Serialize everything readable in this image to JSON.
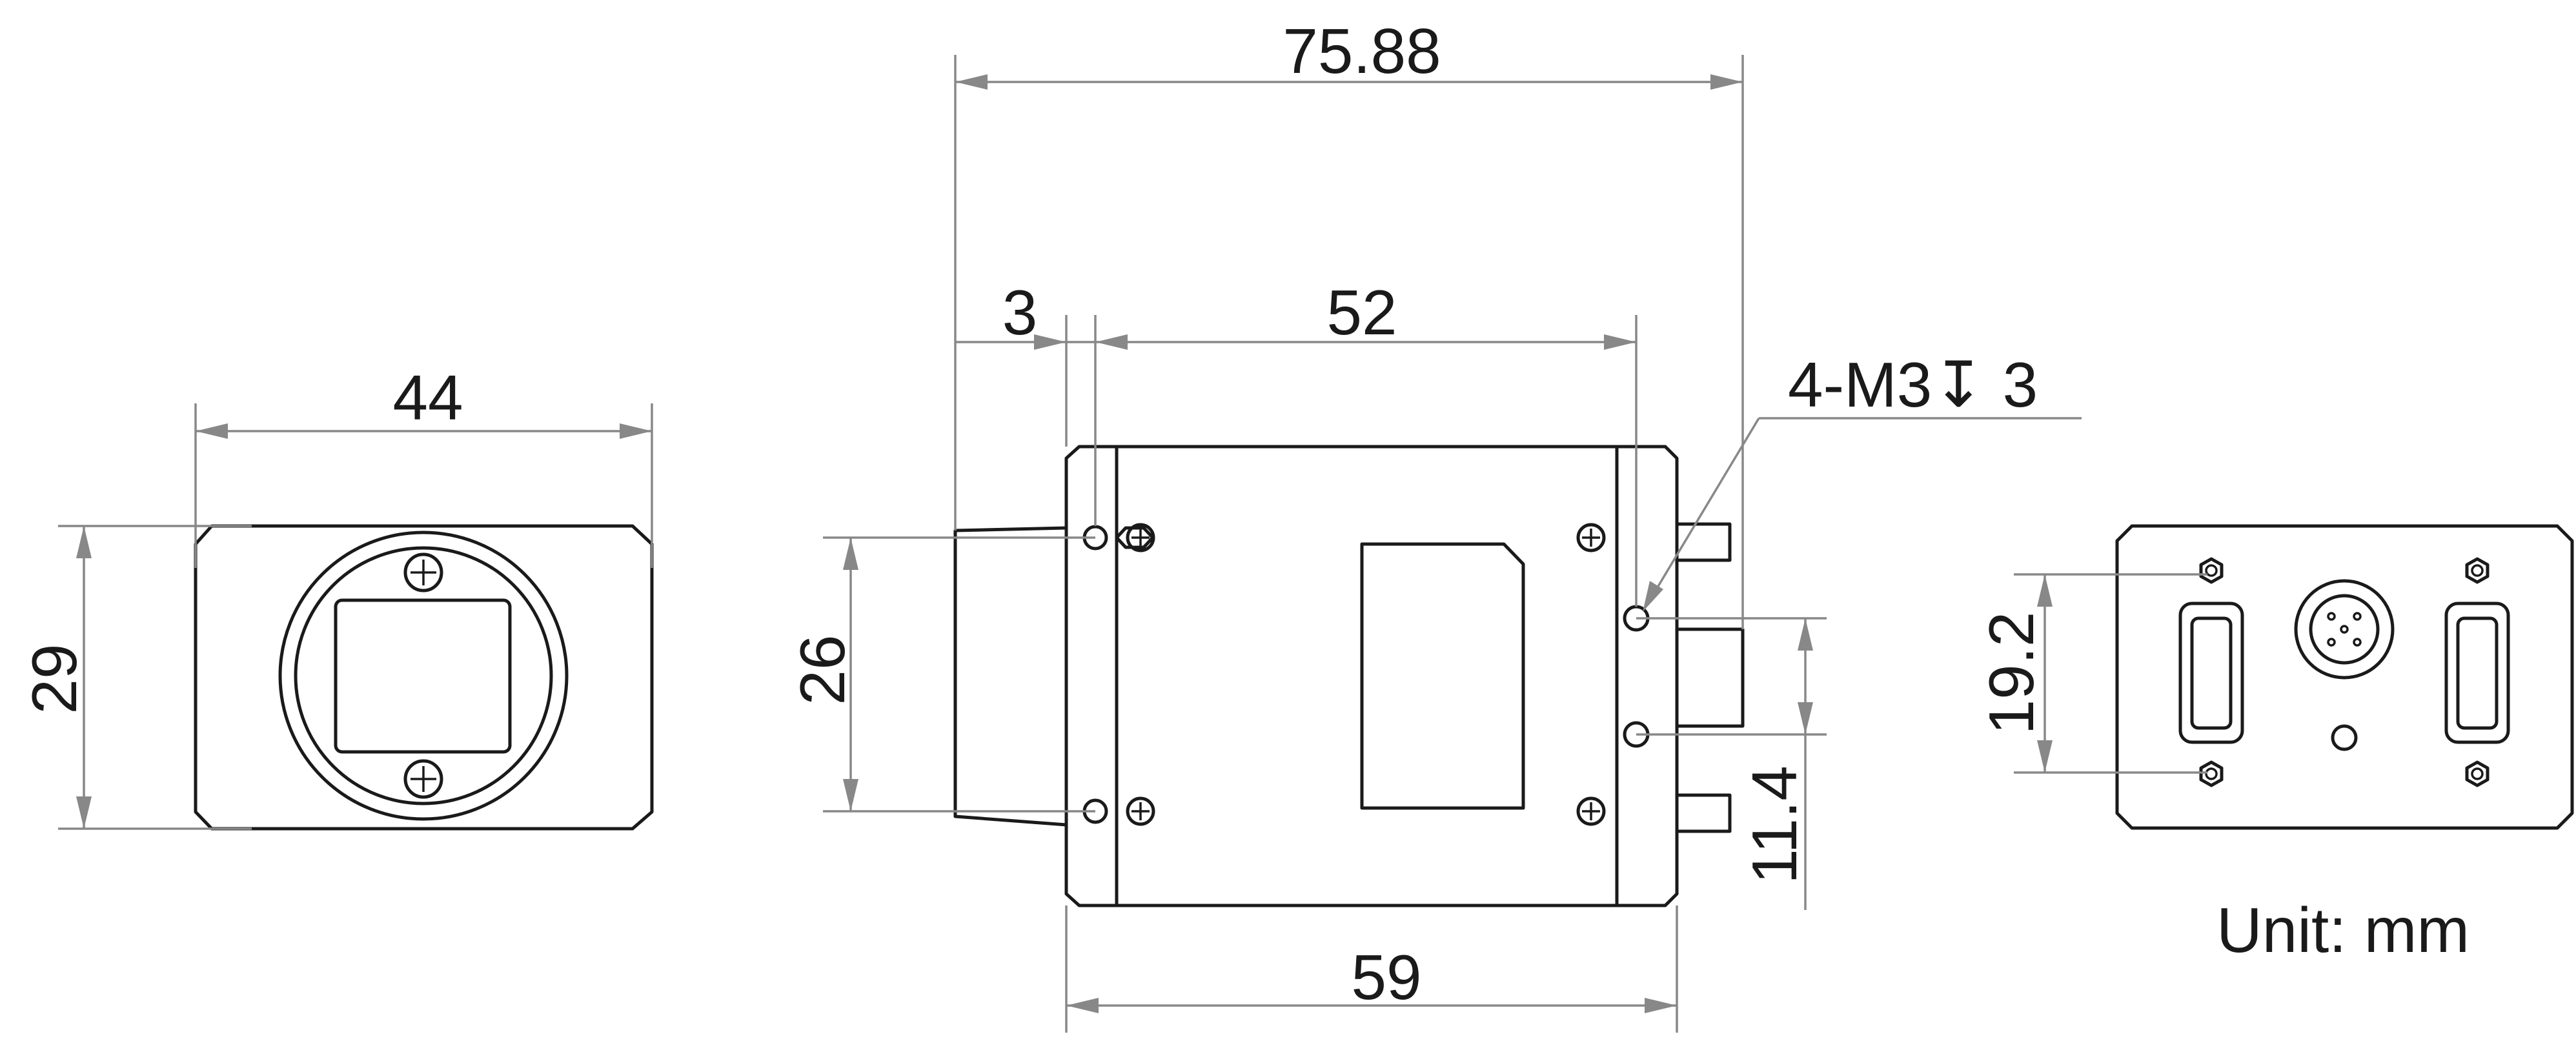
{
  "labels": {
    "front_width": "44",
    "front_height": "29",
    "side_overall_length": "75.88",
    "side_lens_mount_offset": "3",
    "side_hole_spacing_x": "52",
    "side_body_length": "59",
    "side_hole_spacing_y": "26",
    "side_rear_hole_spacing": "11.4",
    "thread_callout": "4-M3↧ 3",
    "rear_connector_spacing": "19.2",
    "unit": "Unit: mm"
  },
  "colors": {
    "outline": "#1a1a1a",
    "dimension_line": "#888888",
    "background": "#ffffff"
  }
}
